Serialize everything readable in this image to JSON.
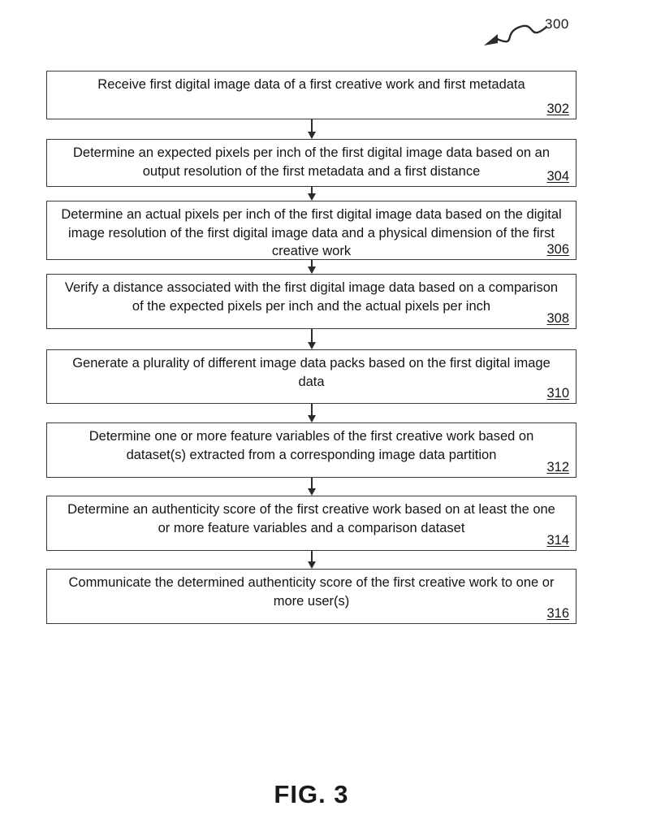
{
  "figure": {
    "reference_label": "300",
    "caption": "FIG. 3"
  },
  "flowchart": {
    "steps": [
      {
        "text": "Receive first digital image data of a first creative work and first metadata",
        "ref": "302"
      },
      {
        "text": "Determine an expected pixels per inch of the first digital image data based on an output resolution of the first metadata and a first distance",
        "ref": "304"
      },
      {
        "text": "Determine an actual pixels per inch of the first digital image data based on the digital image resolution of the first digital image data and a physical dimension of the first creative work",
        "ref": "306"
      },
      {
        "text": "Verify a distance associated with the first digital image data based on a comparison of the expected pixels per inch and the actual pixels per inch",
        "ref": "308"
      },
      {
        "text": "Generate a plurality of different image data packs based on the first digital image data",
        "ref": "310"
      },
      {
        "text": "Determine one or more feature variables of the first creative work based on dataset(s) extracted from a corresponding image data partition",
        "ref": "312"
      },
      {
        "text": "Determine an authenticity score of the first creative work based on at least the one or more feature variables and a comparison dataset",
        "ref": "314"
      },
      {
        "text": "Communicate the determined authenticity score of the first creative work to one or more user(s)",
        "ref": "316"
      }
    ]
  },
  "colors": {
    "background": "#ffffff",
    "line": "#2b2b2b",
    "text": "#141414"
  }
}
